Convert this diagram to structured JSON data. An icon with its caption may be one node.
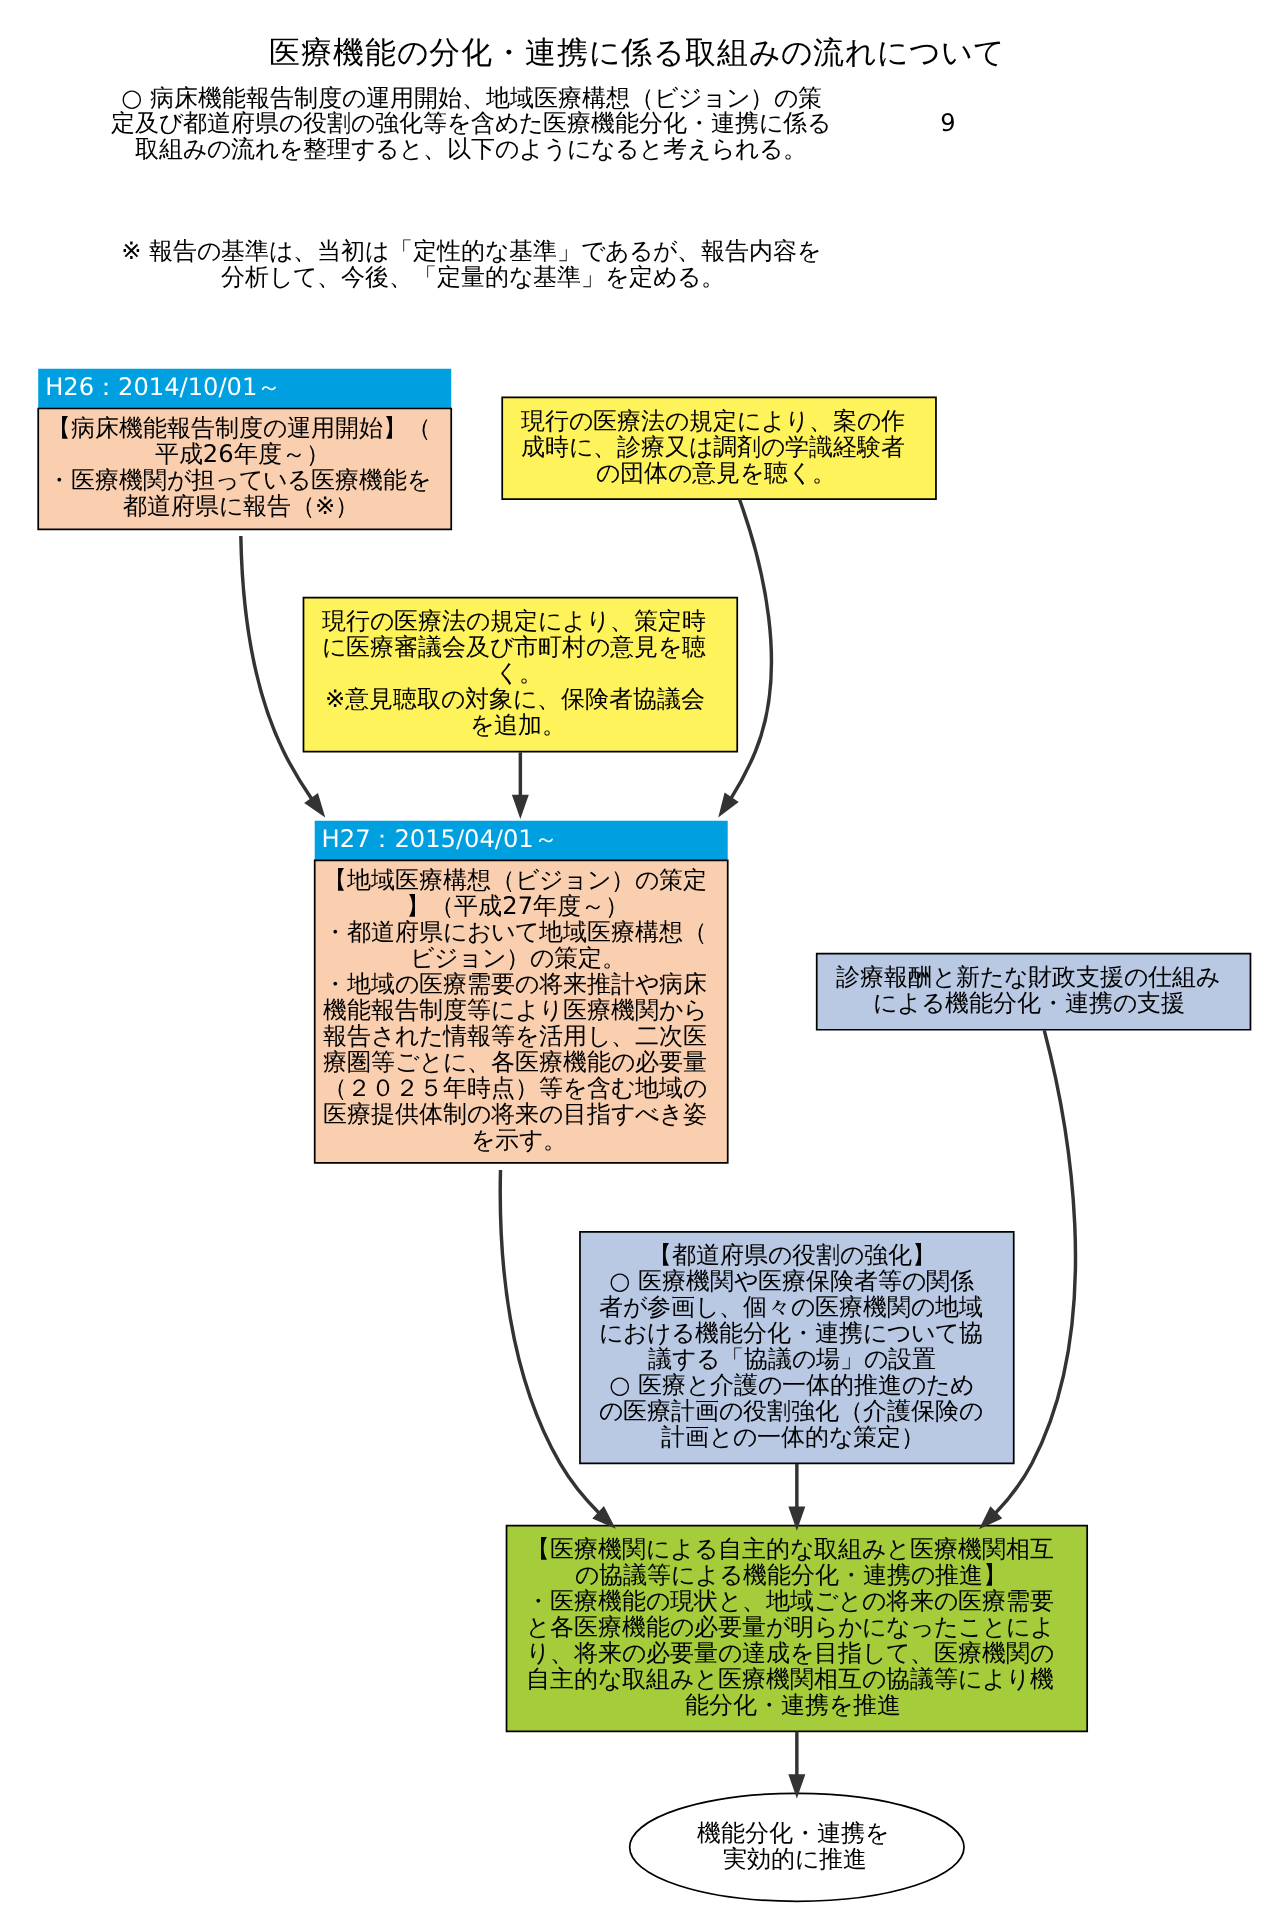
{
  "diagram": {
    "title": "医療機能の分化・連携に係る取組みの流れについて",
    "nodes": [
      {
        "text": [
          "【病床機能報告制度の運用開始】（平成26年度～）",
          "・医療機関が担っている医療機能を都道府県に報告（※）"
        ],
        "beside": [
          "H26：2014/10/01～"
        ]
      },
      {
        "text": [
          "現行の医療法の規定により、案の作成時に、診療又は調剤の学識経験者の団体の意見を聴く。"
        ]
      },
      {
        "text": [
          "現行の医療法の規定により、策定時に医療審議会及び市町村の意見を聴く。",
          "※意見聴取の対象に、保険者協議会を追加。"
        ]
      },
      {
        "text": [
          "【地域医療構想（ビジョン）の策定】（平成27年度～）",
          "・都道府県において地域医療構想（ビジョン）の策定。",
          "・地域の医療需要の将来推計や病床機能報告制度等により医療機関から報告された情報等を活用し、二次医療圏等ごとに、各医療機能の必要量（２０２５年時点）等を含む地域の医療提供体制の将来の目指すべき姿を示す。"
        ],
        "beside": [
          "H27：2015/04/01～"
        ]
      },
      {
        "text": [
          "診療報酬と新たな財政支援の仕組みによる機能分化・連携の支援"
        ]
      },
      {
        "text": [
          "【都道府県の役割の強化】",
          "○ 医療機関や医療保険者等の関係者が参画し、個々の医療機関の地域における機能分化・連携について協議する「協議の場」の設置",
          "○ 医療と介護の一体的推進のための医療計画の役割強化（介護保険の計画との一体的な策定）"
        ]
      },
      {
        "text": [
          "【医療機関による自主的な取組みと医療機関相互の協議等による機能分化・連携の推進】",
          "・医療機能の現状と、地域ごとの将来の医療需要と各医療機能の必要量が明らかになったことにより、将来の必要量の達成を目指して、医療機関の自主的な取組みと医療機関相互の協議等により機能分化・連携を推進"
        ]
      },
      {
        "text": [
          "機能分化・連携を実効的に推進"
        ]
      }
    ],
    "edges": [
      {
        "from": 0,
        "to": 3,
        "arrow": "to"
      },
      {
        "from": 1,
        "to": 3,
        "arrow": "to"
      },
      {
        "from": 2,
        "to": 3,
        "arrow": "to"
      },
      {
        "from": 3,
        "to": 6,
        "arrow": "to"
      },
      {
        "from": 4,
        "to": 6,
        "arrow": "to"
      },
      {
        "from": 5,
        "to": 6,
        "arrow": "to"
      },
      {
        "from": 6,
        "to": 7,
        "arrow": "to"
      }
    ],
    "labels": [
      "○ 病床機能報告制度の運用開始、地域医療構想（ビジョン）の策定及び都道府県の役割の強化等を含めた医療機能分化・連携に係る取組みの流れを整理すると、以下のようになると考えられる。",
      "※ 報告の基準は、当初は「定性的な基準」であるが、報告内容を分析して、今後、「定量的な基準」を定める。",
      "9"
    ]
  }
}
